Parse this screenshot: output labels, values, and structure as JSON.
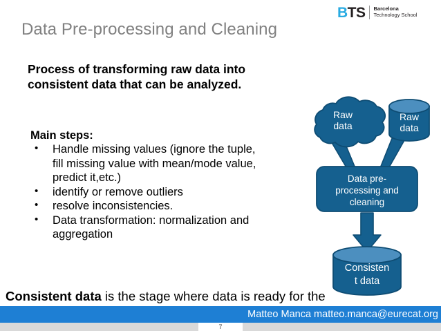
{
  "logo": {
    "mark_b": "B",
    "mark_ts": "TS",
    "name_line1": "Barcelona",
    "name_line2": "Technology School"
  },
  "slide": {
    "title": "Data Pre-processing and Cleaning",
    "intro": "Process of transforming raw data into consistent data that can be analyzed.",
    "steps_heading": "Main steps:",
    "bullet_char": "•",
    "bullets": [
      "Handle missing values (ignore the tuple, fill missing value with mean/mode value, predict it,etc.)",
      "identify or remove outliers",
      "resolve inconsistencies.",
      "Data transformation: normalization and aggregation"
    ],
    "closing_strong": "Consistent data",
    "closing_rest": " is the stage where data is ready for the"
  },
  "diagram": {
    "cloud_label_line1": "Raw",
    "cloud_label_line2": "data",
    "db_top_label_line1": "Raw",
    "db_top_label_line2": "data",
    "process_label_line1": "Data pre-",
    "process_label_line2": "processing and",
    "process_label_line3": "cleaning",
    "db_bottom_label_line1": "Consisten",
    "db_bottom_label_line2": "t data",
    "colors": {
      "shape_fill": "#15608F",
      "shape_stroke": "#0E4C73",
      "cylinder_top": "#4C8FBF",
      "arrow_fill": "#15608F",
      "label_text": "#FFFFFF"
    }
  },
  "footer": {
    "credit": "Matteo Manca matteo.manca@eurecat.org",
    "page_number": "7",
    "bar_color": "#1E7FD4"
  }
}
